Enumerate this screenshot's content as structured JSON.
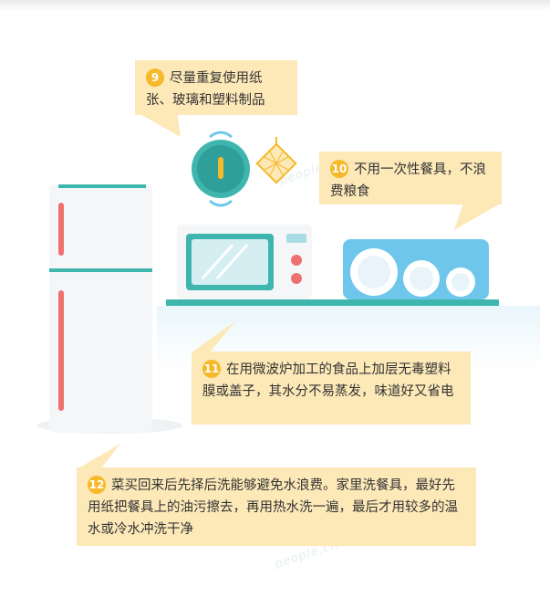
{
  "tips": [
    {
      "number": "9",
      "text": "尽量重复使用纸张、玻璃和塑料制品"
    },
    {
      "number": "10",
      "text": "不用一次性餐具，不浪费粮食"
    },
    {
      "number": "11",
      "text": "在用微波炉加工的食品上加层无毒塑料膜或盖子，其水分不易蒸发，味道好又省电"
    },
    {
      "number": "12",
      "text": "菜买回来后先择后洗能够避免水浪费。家里洗餐具，最好先用纸把餐具上的油污擦去，再用热水洗一遍，最后才用较多的温水或冷水冲洗干净"
    }
  ],
  "watermark": "people.cn",
  "colors": {
    "callout_bg": "#fde9b8",
    "badge": "#f6b92a",
    "teal": "#3fb6ad",
    "appliance_white": "#f4f6f8",
    "red_accent": "#ef7070"
  }
}
